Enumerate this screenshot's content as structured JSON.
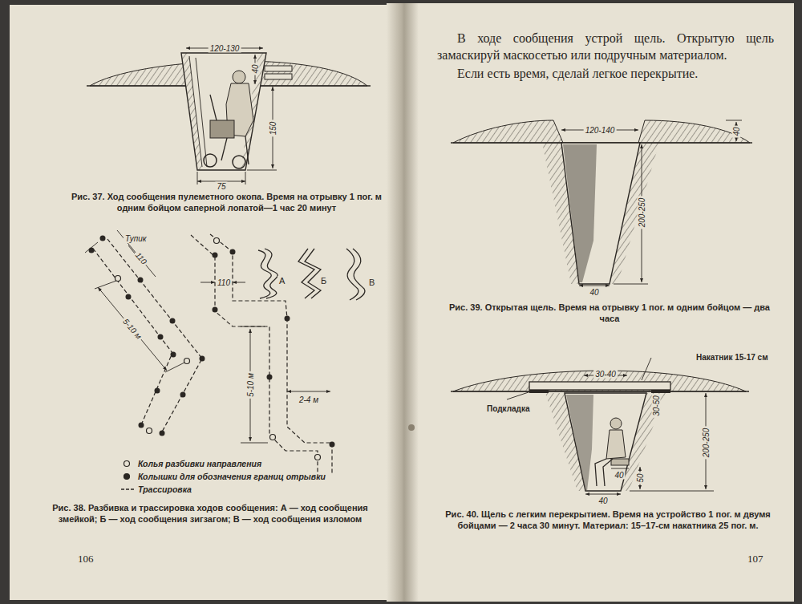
{
  "diagram": {
    "labels": [
      "120-130",
      "40",
      "150",
      "75",
      "Рис. 37. Ход сообщения пулеметного окопа. Время на отрывку 1 пог. м одним бойцом саперной лопатой—1 час 20 минут",
      "Тупик",
      "110",
      "5-10 м",
      "110",
      "А",
      "Б",
      "В",
      "5-10 м",
      "2-4 м",
      "Рис. 38. Разбивка и трассировка ходов сообщения: А — ход сообщения змейкой; Б — ход сообщения зигзагом; В — ход сообщения изломом",
      "106",
      "В ходе сообщения устрой щель. Открытую щель замаскируй маскосетью или подручным материалом.",
      "Если есть время, сделай легкое перекрытие.",
      "120-140",
      "40",
      "200-250",
      "40",
      "Рис. 39. Открытая щель. Время на отрывку 1 пог. м одним бойцом — два часа",
      "Накатник 15-17 см",
      "30-40",
      "30-50",
      "Подкладка",
      "200-250",
      "40",
      "50",
      "40",
      "Рис. 40. Щель с легким перекрытием. Время на устройство 1 пог. м двумя бойцами — 2 часа 30 минут. Материал: 15–17-см накатника 25 пог. м.",
      "107"
    ],
    "legend": [
      {
        "text": "Колья разбивки направления"
      },
      {
        "text": "Колышки для обозначения границ отрывки"
      },
      {
        "text": "Трассировка"
      }
    ]
  }
}
